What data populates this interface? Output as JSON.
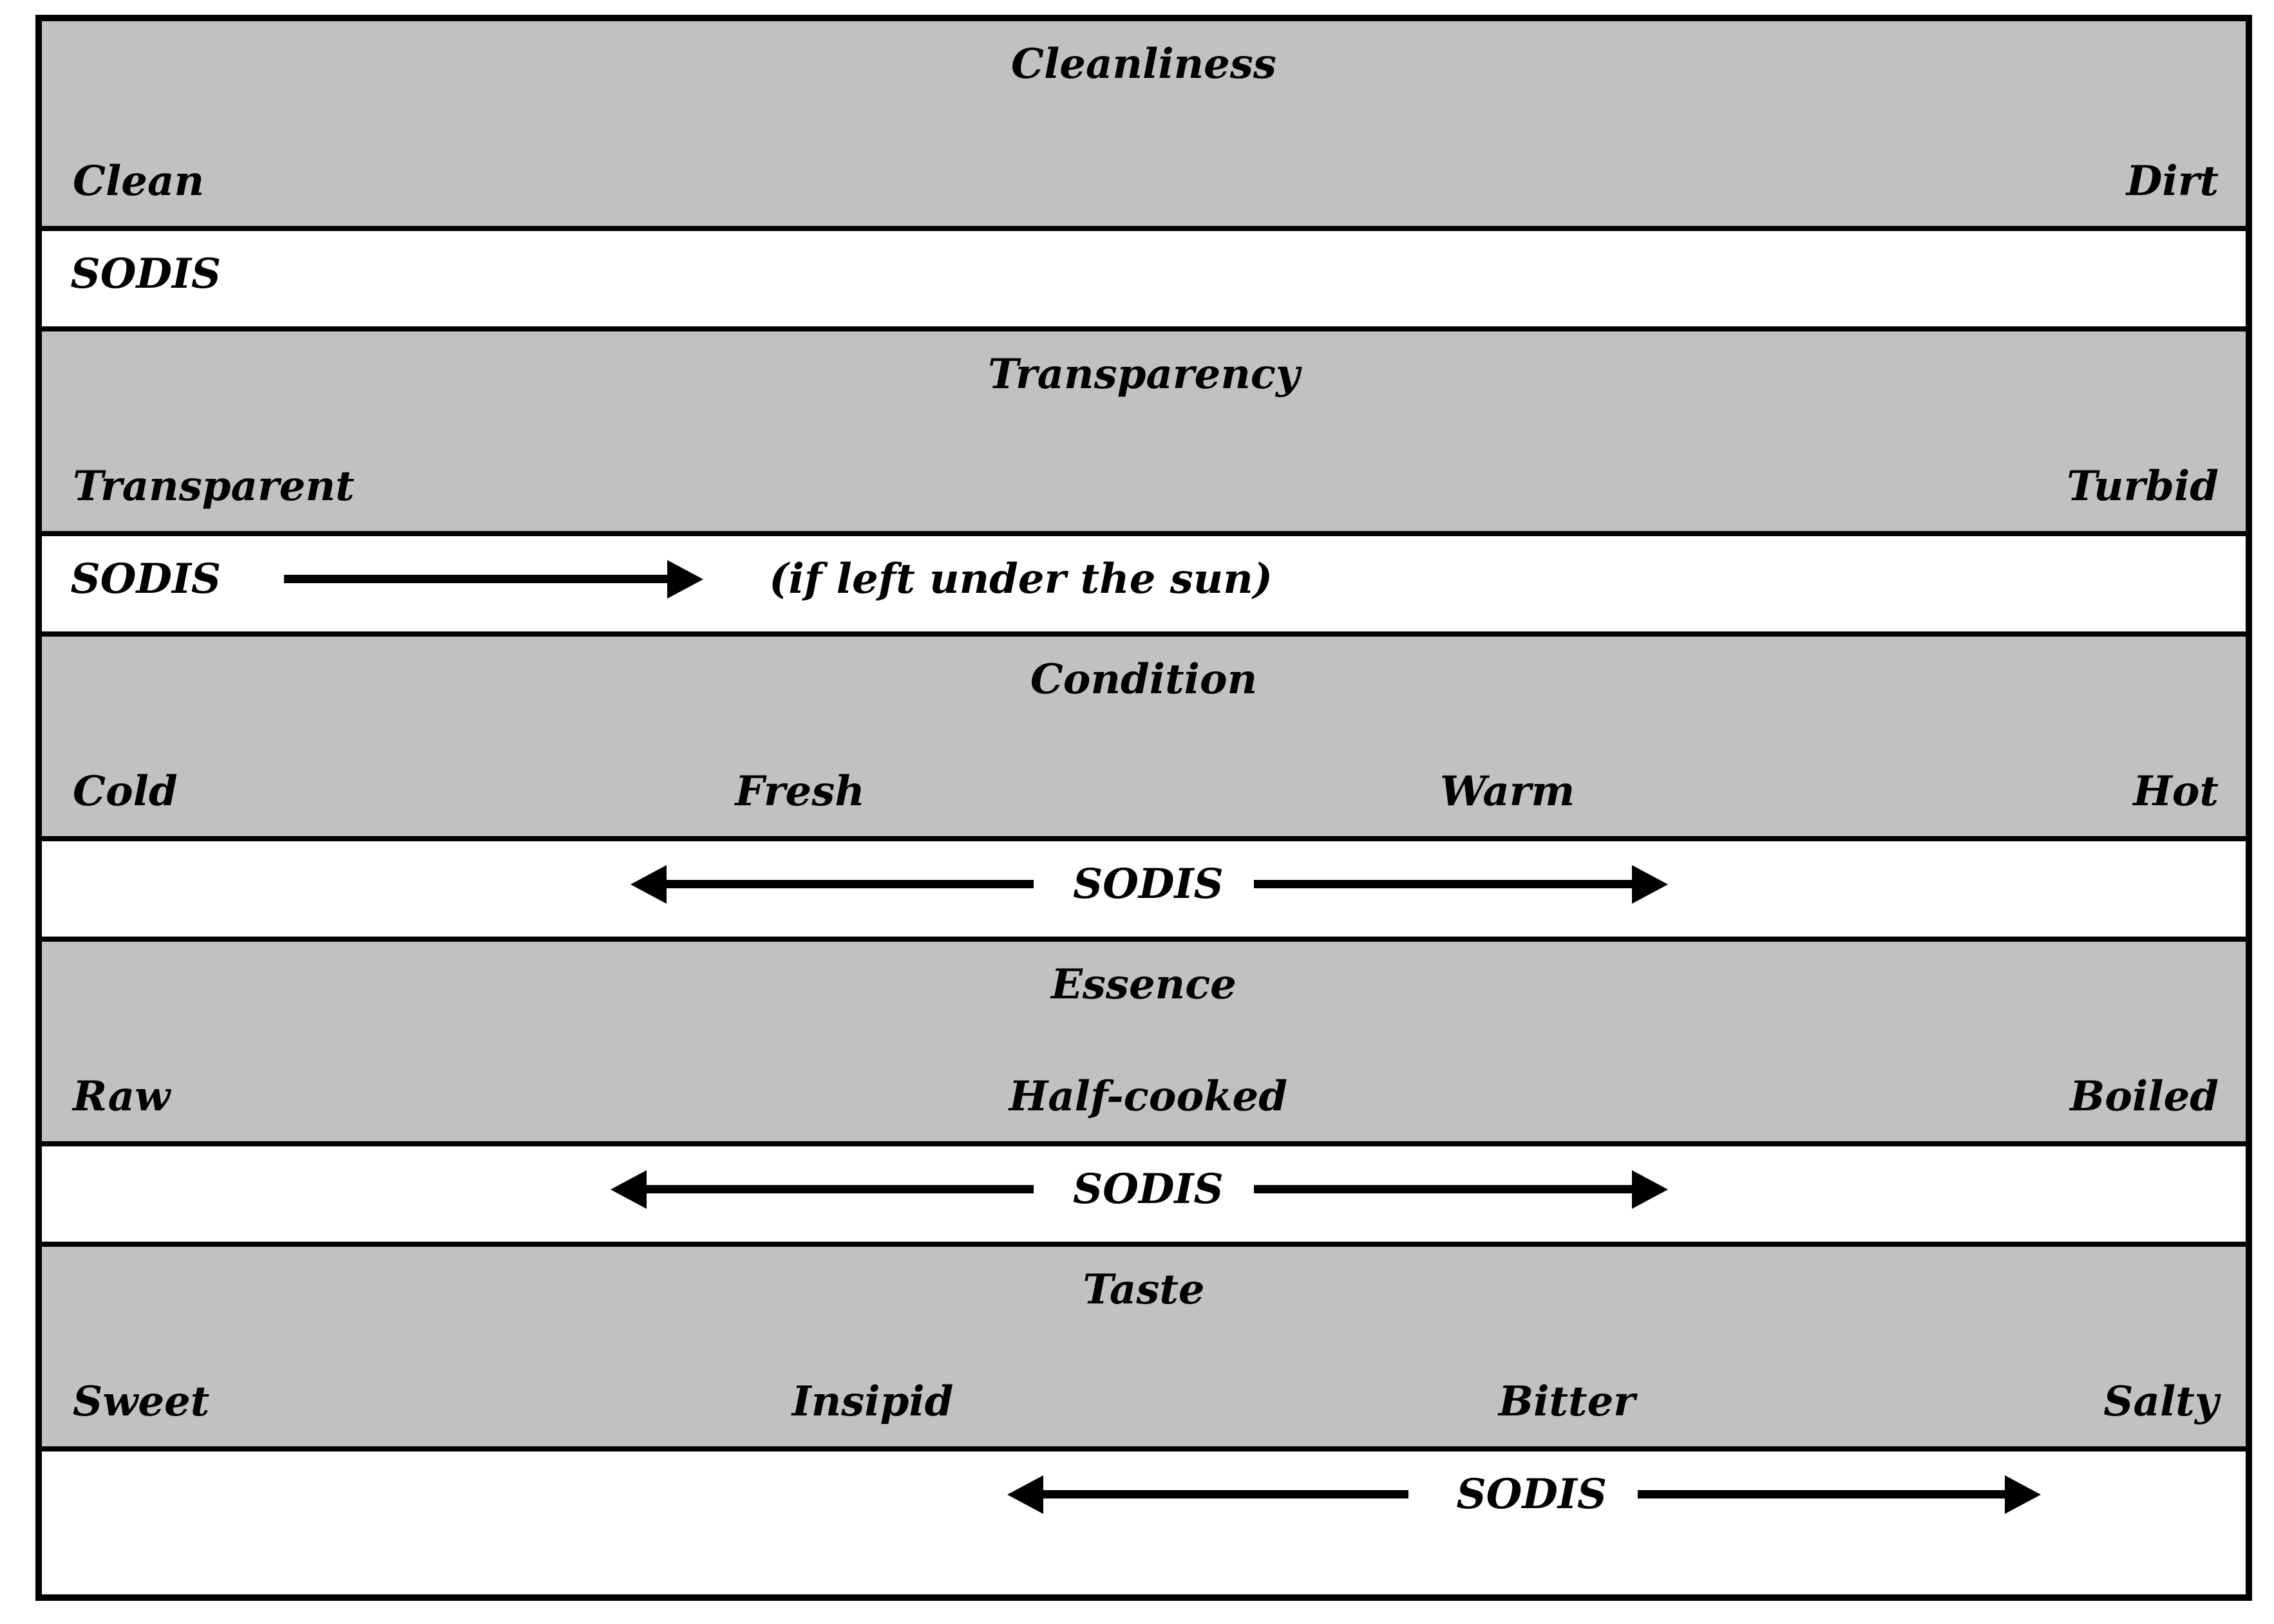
{
  "figure_name": "SODIS perception scales figure",
  "colors": {
    "band_gray": "#c1c1c1",
    "band_white": "#ffffff",
    "border": "#000000",
    "text": "#000000"
  },
  "sections": [
    {
      "title": "Cleanliness",
      "labels": [
        "Clean",
        "Dirt"
      ],
      "sodis": {
        "label": "SODIS",
        "arrow": "none",
        "note": ""
      }
    },
    {
      "title": "Transparency",
      "labels": [
        "Transparent",
        "Turbid"
      ],
      "sodis": {
        "label": "SODIS",
        "arrow": "right",
        "note": "(if left under the sun)"
      }
    },
    {
      "title": "Condition",
      "labels": [
        "Cold",
        "Fresh",
        "Warm",
        "Hot"
      ],
      "sodis": {
        "label": "SODIS",
        "arrow": "both",
        "note": ""
      }
    },
    {
      "title": "Essence",
      "labels": [
        "Raw",
        "Half-cooked",
        "Boiled"
      ],
      "sodis": {
        "label": "SODIS",
        "arrow": "both",
        "note": ""
      }
    },
    {
      "title": "Taste",
      "labels": [
        "Sweet",
        "Insipid",
        "Bitter",
        "Salty"
      ],
      "sodis": {
        "label": "SODIS",
        "arrow": "both",
        "note": ""
      }
    }
  ]
}
